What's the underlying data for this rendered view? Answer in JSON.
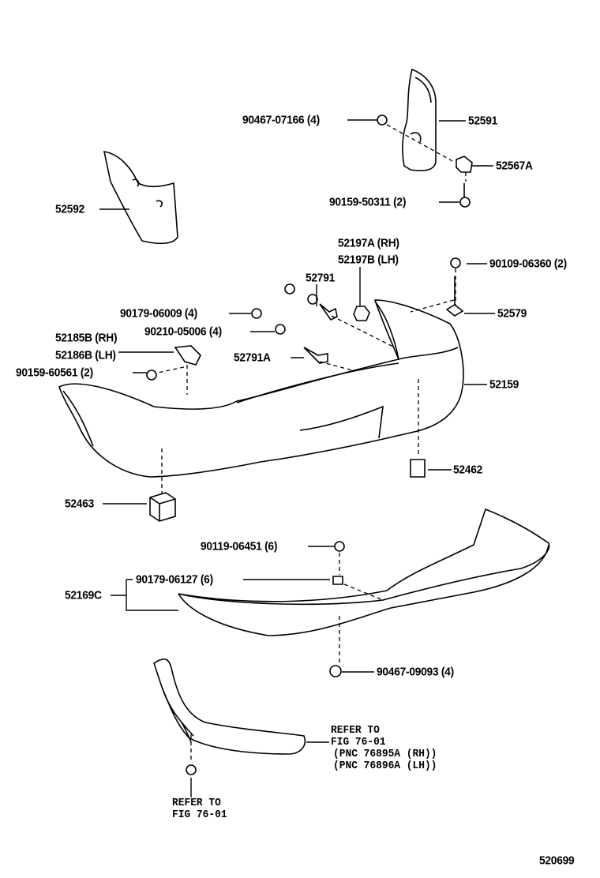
{
  "diagram_id": "520699",
  "labels": {
    "p90467_07166": "90467-07166 (4)",
    "p52591": "52591",
    "p52567A": "52567A",
    "p90159_50311": "90159-50311 (2)",
    "p52592": "52592",
    "p52197A": "52197A (RH)",
    "p52197B": "52197B (LH)",
    "p52791": "52791",
    "p90109_06360": "90109-06360 (2)",
    "p52579": "52579",
    "p90179_06009": "90179-06009 (4)",
    "p90210_05006": "90210-05006 (4)",
    "p52185B": "52185B (RH)",
    "p52186B": "52186B (LH)",
    "p52791A": "52791A",
    "p90159_60561": "90159-60561 (2)",
    "p52159": "52159",
    "p52462": "52462",
    "p52463": "52463",
    "p90119_06451": "90119-06451 (6)",
    "p90179_06127": "90179-06127 (6)",
    "p52169C": "52169C",
    "p90467_09093": "90467-09093 (4)"
  },
  "refer_right": [
    "REFER TO",
    "FIG 76-01",
    "(PNC 76895A (RH))",
    "(PNC 76896A (LH))"
  ],
  "refer_bottom": [
    "REFER TO",
    "FIG 76-01"
  ]
}
